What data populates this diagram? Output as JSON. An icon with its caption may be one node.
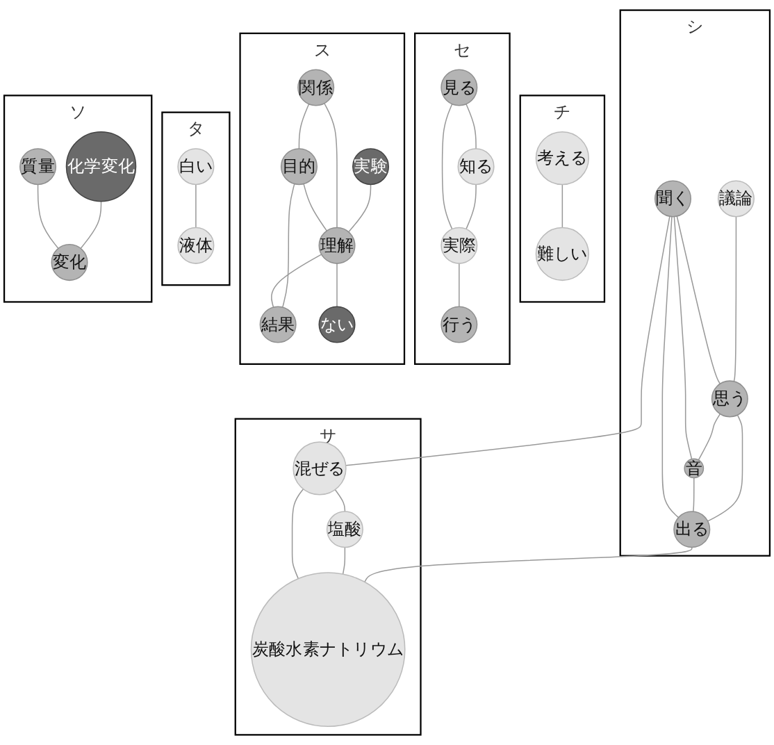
{
  "diagram": {
    "nodes": [
      {
        "text": [
          "シ"
        ]
      },
      {
        "text": [
          "聞く"
        ],
        "in": 0
      },
      {
        "text": [
          "思う"
        ],
        "in": 0
      },
      {
        "text": [
          "議論"
        ],
        "in": 0
      },
      {
        "text": [
          "音"
        ],
        "in": 0
      },
      {
        "text": [
          "出る"
        ],
        "in": 0
      },
      {
        "text": [
          "サ"
        ]
      },
      {
        "text": [
          "混ぜる"
        ],
        "in": 6
      },
      {
        "text": [
          "塩酸"
        ],
        "in": 6
      },
      {
        "text": [
          "炭酸水素ナトリウム"
        ],
        "in": 6
      },
      {
        "text": [
          "チ"
        ]
      },
      {
        "text": [
          "考える"
        ],
        "in": 10
      },
      {
        "text": [
          "難しい"
        ],
        "in": 10
      },
      {
        "text": [
          "セ"
        ]
      },
      {
        "text": [
          "見る"
        ],
        "in": 13
      },
      {
        "text": [
          "実際"
        ],
        "in": 13
      },
      {
        "text": [
          "行う"
        ],
        "in": 13
      },
      {
        "text": [
          "知る"
        ],
        "in": 13
      },
      {
        "text": [
          "ス"
        ]
      },
      {
        "text": [
          "関係"
        ],
        "in": 18
      },
      {
        "text": [
          "目的"
        ],
        "in": 18
      },
      {
        "text": [
          "実験"
        ],
        "in": 18
      },
      {
        "text": [
          "理解"
        ],
        "in": 18
      },
      {
        "text": [
          "結果"
        ],
        "in": 18
      },
      {
        "text": [
          "ない"
        ],
        "in": 18
      },
      {
        "text": [
          "タ"
        ]
      },
      {
        "text": [
          "液体"
        ],
        "in": 25
      },
      {
        "text": [
          "白い"
        ],
        "in": 25
      },
      {
        "text": [
          "ソ"
        ]
      },
      {
        "text": [
          "質量"
        ],
        "in": 28
      },
      {
        "text": [
          "化学変化"
        ],
        "in": 28
      },
      {
        "text": [
          "変化"
        ],
        "in": 28
      }
    ],
    "edges": [
      {
        "from": 1,
        "to": 2,
        "arrow": "none"
      },
      {
        "from": 1,
        "to": 4,
        "arrow": "none"
      },
      {
        "from": 1,
        "to": 5,
        "arrow": "none"
      },
      {
        "from": 2,
        "to": 5,
        "arrow": "none"
      },
      {
        "from": 2,
        "to": 4,
        "arrow": "none"
      },
      {
        "from": 3,
        "to": 2,
        "arrow": "none"
      },
      {
        "from": 4,
        "to": 5,
        "arrow": "none"
      },
      {
        "from": 1,
        "to": 7,
        "arrow": "none"
      },
      {
        "from": 5,
        "to": 9,
        "arrow": "none"
      },
      {
        "from": 7,
        "to": 8,
        "arrow": "none"
      },
      {
        "from": 7,
        "to": 9,
        "arrow": "none"
      },
      {
        "from": 8,
        "to": 9,
        "arrow": "none"
      },
      {
        "from": 11,
        "to": 12,
        "arrow": "none"
      },
      {
        "from": 14,
        "to": 15,
        "arrow": "none"
      },
      {
        "from": 14,
        "to": 17,
        "arrow": "none"
      },
      {
        "from": 17,
        "to": 15,
        "arrow": "none"
      },
      {
        "from": 15,
        "to": 16,
        "arrow": "none"
      },
      {
        "from": 21,
        "to": 22,
        "arrow": "none"
      },
      {
        "from": 19,
        "to": 20,
        "arrow": "none"
      },
      {
        "from": 19,
        "to": 22,
        "arrow": "none"
      },
      {
        "from": 20,
        "to": 22,
        "arrow": "none"
      },
      {
        "from": 20,
        "to": 23,
        "arrow": "none"
      },
      {
        "from": 22,
        "to": 23,
        "arrow": "none"
      },
      {
        "from": 22,
        "to": 24,
        "arrow": "none"
      },
      {
        "from": 27,
        "to": 26,
        "arrow": "none"
      },
      {
        "from": 29,
        "to": 31,
        "arrow": "none"
      },
      {
        "from": 30,
        "to": 31,
        "arrow": "none"
      }
    ]
  }
}
